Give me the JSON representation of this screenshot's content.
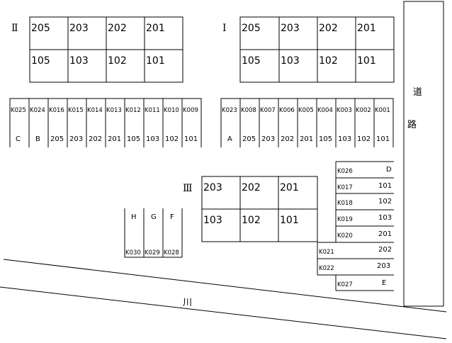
{
  "buildings": {
    "b2": {
      "name": "Ⅱ",
      "upper": [
        "205",
        "203",
        "202",
        "201"
      ],
      "lower": [
        "105",
        "103",
        "102",
        "101"
      ]
    },
    "b1": {
      "name": "Ⅰ",
      "upper": [
        "205",
        "203",
        "202",
        "201"
      ],
      "lower": [
        "105",
        "103",
        "102",
        "101"
      ]
    },
    "b3": {
      "name": "Ⅲ",
      "upper": [
        "203",
        "202",
        "201"
      ],
      "lower": [
        "103",
        "102",
        "101"
      ]
    }
  },
  "parking_left": {
    "codes": [
      "K025",
      "K024",
      "K016",
      "K015",
      "K014",
      "K013",
      "K012",
      "K011",
      "K010",
      "K009"
    ],
    "labels": [
      "C",
      "B",
      "205",
      "203",
      "202",
      "201",
      "105",
      "103",
      "102",
      "101"
    ]
  },
  "parking_right": {
    "codes": [
      "K023",
      "K008",
      "K007",
      "K006",
      "K005",
      "K004",
      "K003",
      "K002",
      "K001"
    ],
    "labels": [
      "A",
      "205",
      "203",
      "202",
      "201",
      "105",
      "103",
      "102",
      "101"
    ]
  },
  "parking_small": {
    "codes": [
      "K030",
      "K029",
      "K028"
    ],
    "labels": [
      "H",
      "G",
      "F"
    ]
  },
  "parking_stack": {
    "rows": [
      {
        "code": "K026",
        "label": "D"
      },
      {
        "code": "K017",
        "label": "101"
      },
      {
        "code": "K018",
        "label": "102"
      },
      {
        "code": "K019",
        "label": "103"
      },
      {
        "code": "K020",
        "label": "201"
      },
      {
        "code": "K021",
        "label": "202"
      },
      {
        "code": "K022",
        "label": "203"
      },
      {
        "code": "K027",
        "label": "E"
      }
    ]
  },
  "road_label_1": "道",
  "road_label_2": "路",
  "river_label": "川"
}
